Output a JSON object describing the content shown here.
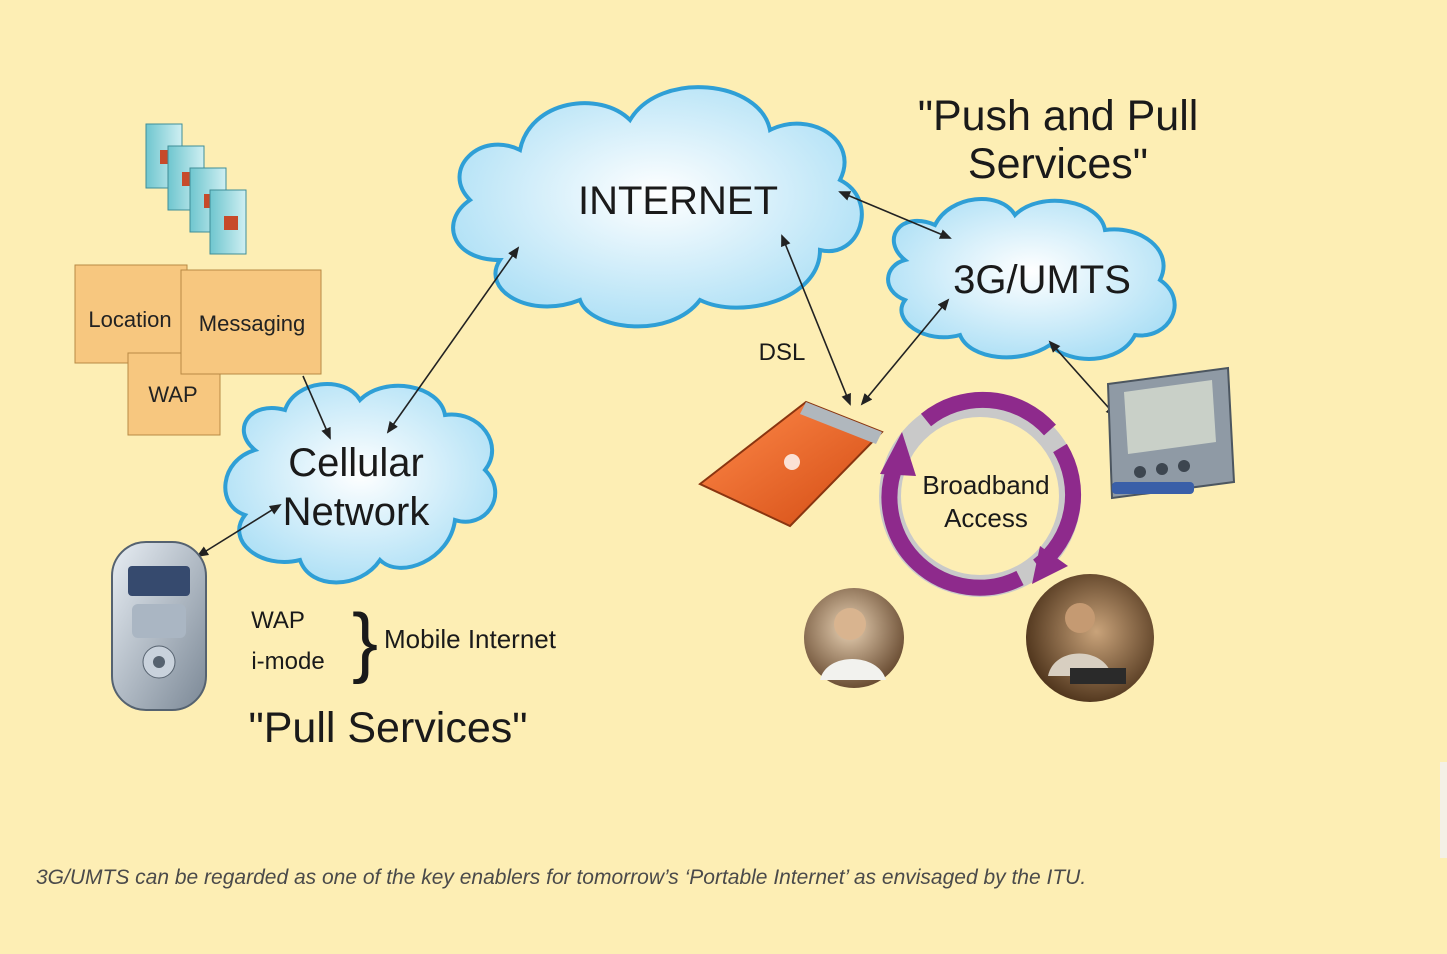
{
  "colors": {
    "background": "#fdeeb4",
    "cloud_fill": "#bfe6f7",
    "cloud_stroke": "#2f9fd6",
    "box_fill": "#f7c77f",
    "ring": "#8e2a8c",
    "arrow": "#222222"
  },
  "clouds": {
    "internet": "INTERNET",
    "umts": "3G/UMTS",
    "cellular_line1": "Cellular",
    "cellular_line2": "Network"
  },
  "service_boxes": {
    "location": "Location",
    "messaging": "Messaging",
    "wap": "WAP"
  },
  "headings": {
    "push_pull_line1": "\"Push and Pull",
    "push_pull_line2": "Services\"",
    "pull": "\"Pull Services\""
  },
  "labels": {
    "dsl": "DSL",
    "wap": "WAP",
    "imode": "i-mode",
    "mobile_internet": "Mobile Internet",
    "broadband_line1": "Broadband",
    "broadband_line2": "Access"
  },
  "icons": [
    "server-stack-icon",
    "mobile-phone-icon",
    "pc-card-icon",
    "pda-icon",
    "person-phone-photo",
    "person-laptop-photo"
  ],
  "caption": "3G/UMTS can be regarded as one of the key enablers for tomorrow’s ‘Portable Internet’ as envisaged by the ITU."
}
